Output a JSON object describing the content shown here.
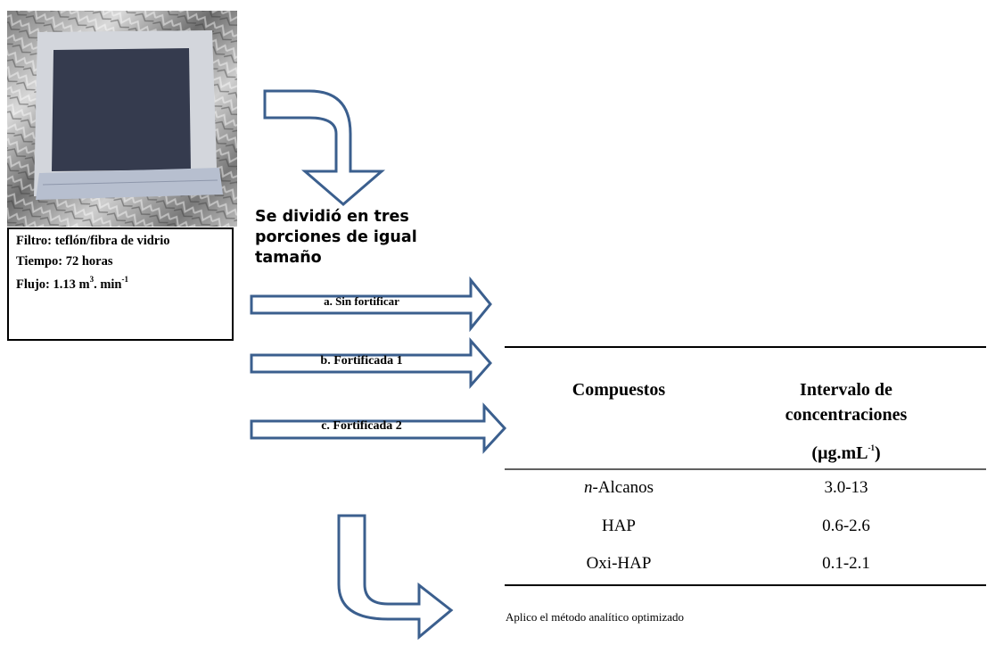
{
  "photo": {
    "icon": "teflon-glass-fiber-filter-photo"
  },
  "filter_info": {
    "line1": "Filtro: teflón/fibra de vidrio",
    "line2": "Tiempo: 72 horas",
    "line3_prefix": "Flujo: 1.13 m",
    "line3_sup1": "3",
    "line3_mid": ". min",
    "line3_sup2": "-1"
  },
  "divide_text": "Se dividió en tres porciones de igual tamaño",
  "portions": [
    {
      "label": "a.  Sin fortificar"
    },
    {
      "label": "b.  Fortificada 1"
    },
    {
      "label": "c. Fortificada 2"
    }
  ],
  "table": {
    "header_compound": "Compuestos",
    "header_interval_line1": "Intervalo de",
    "header_interval_line2": "concentraciones",
    "header_interval_unit_prefix": "(µg.mL",
    "header_interval_unit_sup": "-1",
    "header_interval_unit_suffix": ")",
    "rows": [
      {
        "compound_italic": "n",
        "compound_rest": "-Alcanos",
        "range": "3.0-13"
      },
      {
        "compound_italic": "",
        "compound_rest": "HAP",
        "range": "0.6-2.6"
      },
      {
        "compound_italic": "",
        "compound_rest": "Oxi-HAP",
        "range": "0.1-2.1"
      }
    ]
  },
  "final_step": "Aplico el método analítico optimizado",
  "colors": {
    "arrow_stroke": "#3b5f8e",
    "arrow_fill": "#ffffff",
    "text": "#000000"
  }
}
